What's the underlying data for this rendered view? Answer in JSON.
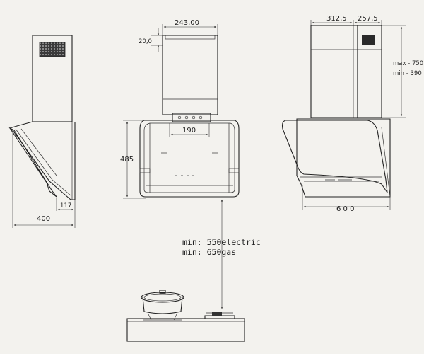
{
  "side_view": {
    "depth_label": "400",
    "offset_label": "117"
  },
  "front_view": {
    "chimney_width_label": "243,00",
    "top_offset_label": "20,0",
    "control_width_label": "190",
    "height_label": "485"
  },
  "right_view": {
    "chimney_width_a_label": "312,5",
    "chimney_width_b_label": "257,5",
    "max_height_label": "max - 750",
    "min_height_label": "min - 390",
    "hood_width_label": "6 0 0"
  },
  "clearance": {
    "electric_label": "min: 550electric",
    "gas_label": "min: 650gas"
  },
  "colors": {
    "line": "#222222",
    "paper": "#f3f2ee"
  }
}
